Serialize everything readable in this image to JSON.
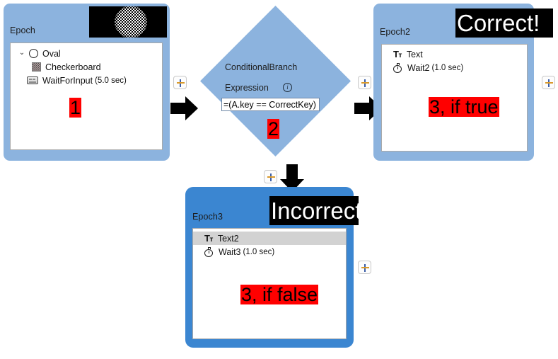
{
  "app": {
    "accent_blue": "#8cb3de",
    "selected_blue": "#3b86d1",
    "annotation_red": "#ff0000"
  },
  "epoch1": {
    "title": "Epoch",
    "stimulus_preview": "checkerboard-circle",
    "components": [
      {
        "icon": "oval-icon",
        "label": "Oval",
        "expander": "⌄",
        "indent": 0
      },
      {
        "icon": "checkerboard-icon",
        "label": "Checkerboard",
        "indent": 1
      },
      {
        "icon": "keyboard-icon",
        "label": "WaitForInput",
        "detail": "(5.0 sec)",
        "indent": 0
      }
    ],
    "annotation": "1"
  },
  "conditional": {
    "title": "ConditionalBranch",
    "expression_label": "Expression",
    "info_icon": "info-icon",
    "expression_value": "=(A.key == CorrectKey)",
    "annotation": "2"
  },
  "epoch2": {
    "title": "Epoch2",
    "stimulus_text": "Correct!",
    "components": [
      {
        "icon": "text-icon",
        "label": "Text",
        "indent": 0
      },
      {
        "icon": "stopwatch-icon",
        "label": "Wait2",
        "detail": "(1.0 sec)",
        "indent": 0
      }
    ],
    "annotation": "3, if true"
  },
  "epoch3": {
    "title": "Epoch3",
    "stimulus_text": "Incorrect",
    "selected": true,
    "components": [
      {
        "icon": "text-icon",
        "label": "Text2",
        "indent": 0,
        "selected": true
      },
      {
        "icon": "stopwatch-icon",
        "label": "Wait3",
        "detail": "(1.0 sec)",
        "indent": 0
      }
    ],
    "annotation": "3, if false"
  },
  "plus_buttons": [
    {
      "name": "add-after-epoch1",
      "label": "+"
    },
    {
      "name": "add-after-conditional",
      "label": "+"
    },
    {
      "name": "add-after-epoch2",
      "label": "+"
    },
    {
      "name": "add-below-conditional",
      "label": "+"
    },
    {
      "name": "add-after-epoch3",
      "label": "+"
    }
  ],
  "arrows": [
    {
      "name": "flow-arrow-epoch1-to-conditional",
      "direction": "right"
    },
    {
      "name": "flow-arrow-conditional-to-epoch2",
      "direction": "right"
    },
    {
      "name": "flow-arrow-conditional-to-epoch3",
      "direction": "down"
    }
  ]
}
